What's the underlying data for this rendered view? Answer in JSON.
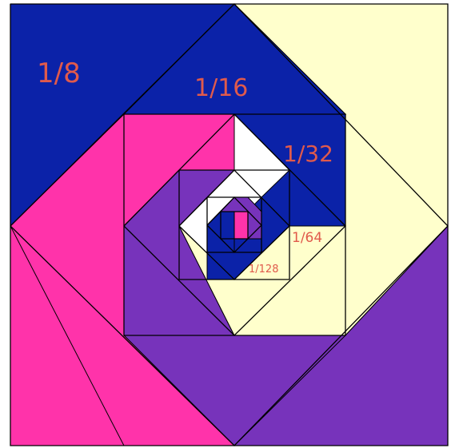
{
  "diagram": {
    "labels": [
      "1/8",
      "1/16",
      "1/32",
      "1/64",
      "1/128"
    ],
    "colors": {
      "blue": "#0b22a8",
      "cream": "#ffffcc",
      "pink": "#ff33aa",
      "purple": "#7733bb",
      "label": "#e05a4c",
      "outline": "#000000"
    }
  }
}
